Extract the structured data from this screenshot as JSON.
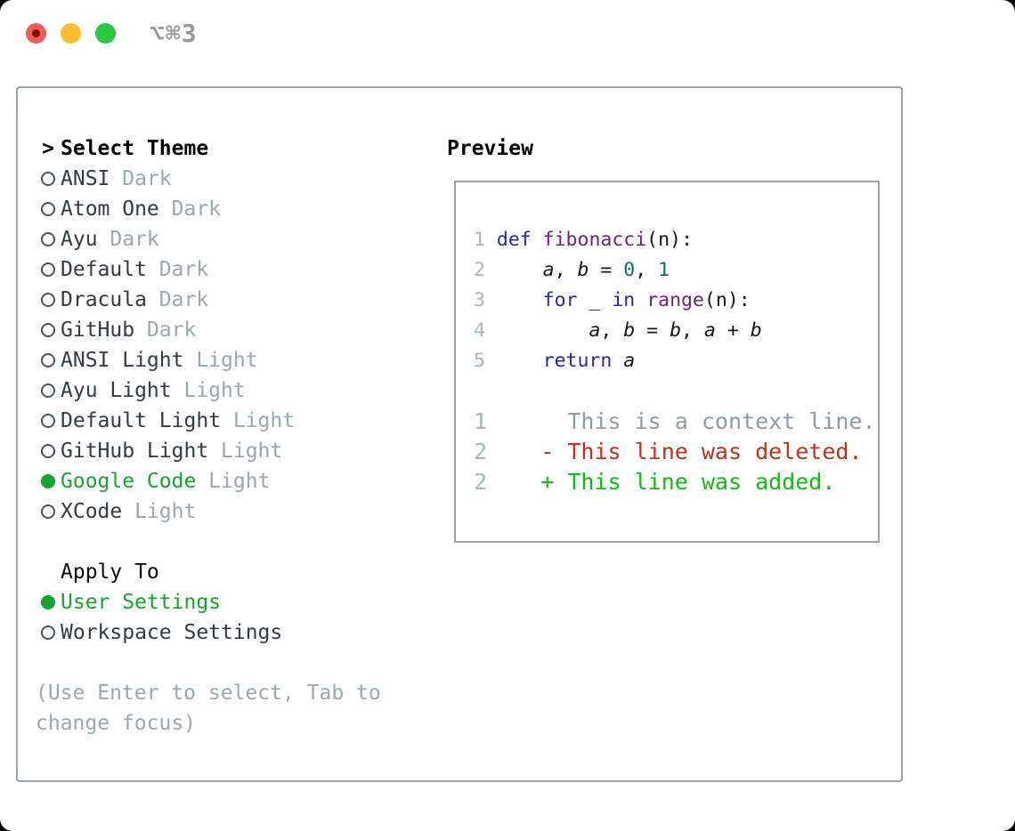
{
  "window": {
    "title": "⌥⌘3",
    "traffic_lights": [
      "close",
      "minimize",
      "zoom"
    ]
  },
  "theme_panel": {
    "header": {
      "prompt": ">",
      "label": "Select Theme"
    },
    "items": [
      {
        "name": "ANSI",
        "variant": "Dark",
        "selected": false
      },
      {
        "name": "Atom One",
        "variant": "Dark",
        "selected": false
      },
      {
        "name": "Ayu",
        "variant": "Dark",
        "selected": false
      },
      {
        "name": "Default",
        "variant": "Dark",
        "selected": false
      },
      {
        "name": "Dracula",
        "variant": "Dark",
        "selected": false
      },
      {
        "name": "GitHub",
        "variant": "Dark",
        "selected": false
      },
      {
        "name": "ANSI Light",
        "variant": "Light",
        "selected": false
      },
      {
        "name": "Ayu Light",
        "variant": "Light",
        "selected": false
      },
      {
        "name": "Default Light",
        "variant": "Light",
        "selected": false
      },
      {
        "name": "GitHub Light",
        "variant": "Light",
        "selected": false
      },
      {
        "name": "Google Code",
        "variant": "Light",
        "selected": true
      },
      {
        "name": "XCode",
        "variant": "Light",
        "selected": false
      }
    ],
    "apply_to": {
      "label": "Apply To",
      "options": [
        {
          "name": "User Settings",
          "selected": true
        },
        {
          "name": "Workspace Settings",
          "selected": false
        }
      ]
    },
    "help_text": "(Use Enter to select, Tab to change focus)"
  },
  "preview": {
    "label": "Preview",
    "code_lines": [
      {
        "num": "1",
        "segments": [
          {
            "text": "def",
            "type": "keyword"
          },
          {
            "text": " ",
            "type": "plain"
          },
          {
            "text": "fibonacci",
            "type": "function"
          },
          {
            "text": "(n):",
            "type": "plain"
          }
        ]
      },
      {
        "num": "2",
        "segments": [
          {
            "text": "    ",
            "type": "plain"
          },
          {
            "text": "a",
            "type": "variable"
          },
          {
            "text": ", ",
            "type": "plain"
          },
          {
            "text": "b",
            "type": "variable"
          },
          {
            "text": " = ",
            "type": "plain"
          },
          {
            "text": "0",
            "type": "number"
          },
          {
            "text": ", ",
            "type": "plain"
          },
          {
            "text": "1",
            "type": "number"
          }
        ]
      },
      {
        "num": "3",
        "segments": [
          {
            "text": "    ",
            "type": "plain"
          },
          {
            "text": "for",
            "type": "keyword"
          },
          {
            "text": " _ ",
            "type": "plain"
          },
          {
            "text": "in",
            "type": "keyword"
          },
          {
            "text": " ",
            "type": "plain"
          },
          {
            "text": "range",
            "type": "function"
          },
          {
            "text": "(n):",
            "type": "plain"
          }
        ]
      },
      {
        "num": "4",
        "segments": [
          {
            "text": "        ",
            "type": "plain"
          },
          {
            "text": "a",
            "type": "variable"
          },
          {
            "text": ", ",
            "type": "plain"
          },
          {
            "text": "b",
            "type": "variable"
          },
          {
            "text": " = ",
            "type": "plain"
          },
          {
            "text": "b",
            "type": "variable"
          },
          {
            "text": ", ",
            "type": "plain"
          },
          {
            "text": "a",
            "type": "variable"
          },
          {
            "text": " + ",
            "type": "plain"
          },
          {
            "text": "b",
            "type": "variable"
          }
        ]
      },
      {
        "num": "5",
        "segments": [
          {
            "text": "    ",
            "type": "plain"
          },
          {
            "text": "return",
            "type": "keyword"
          },
          {
            "text": " ",
            "type": "plain"
          },
          {
            "text": "a",
            "type": "variable"
          }
        ]
      }
    ],
    "diff_lines": [
      {
        "num": "1",
        "marker": " ",
        "text": "This is a context line.",
        "type": "context"
      },
      {
        "num": "2",
        "marker": "-",
        "text": "This line was deleted.",
        "type": "deleted"
      },
      {
        "num": "2",
        "marker": "+",
        "text": "This line was added.",
        "type": "added"
      }
    ],
    "colors": {
      "keyword": "#2525b2",
      "function": "#6f2080",
      "number": "#0d6e6e",
      "plain": "#15151a",
      "variable": "#15151a",
      "line_number": "#a9b4c2",
      "context": "#909aa3",
      "deleted": "#c43118",
      "added": "#0fbc10",
      "selected_green": "#14a52e",
      "border_gray": "#9aa2ae"
    }
  }
}
